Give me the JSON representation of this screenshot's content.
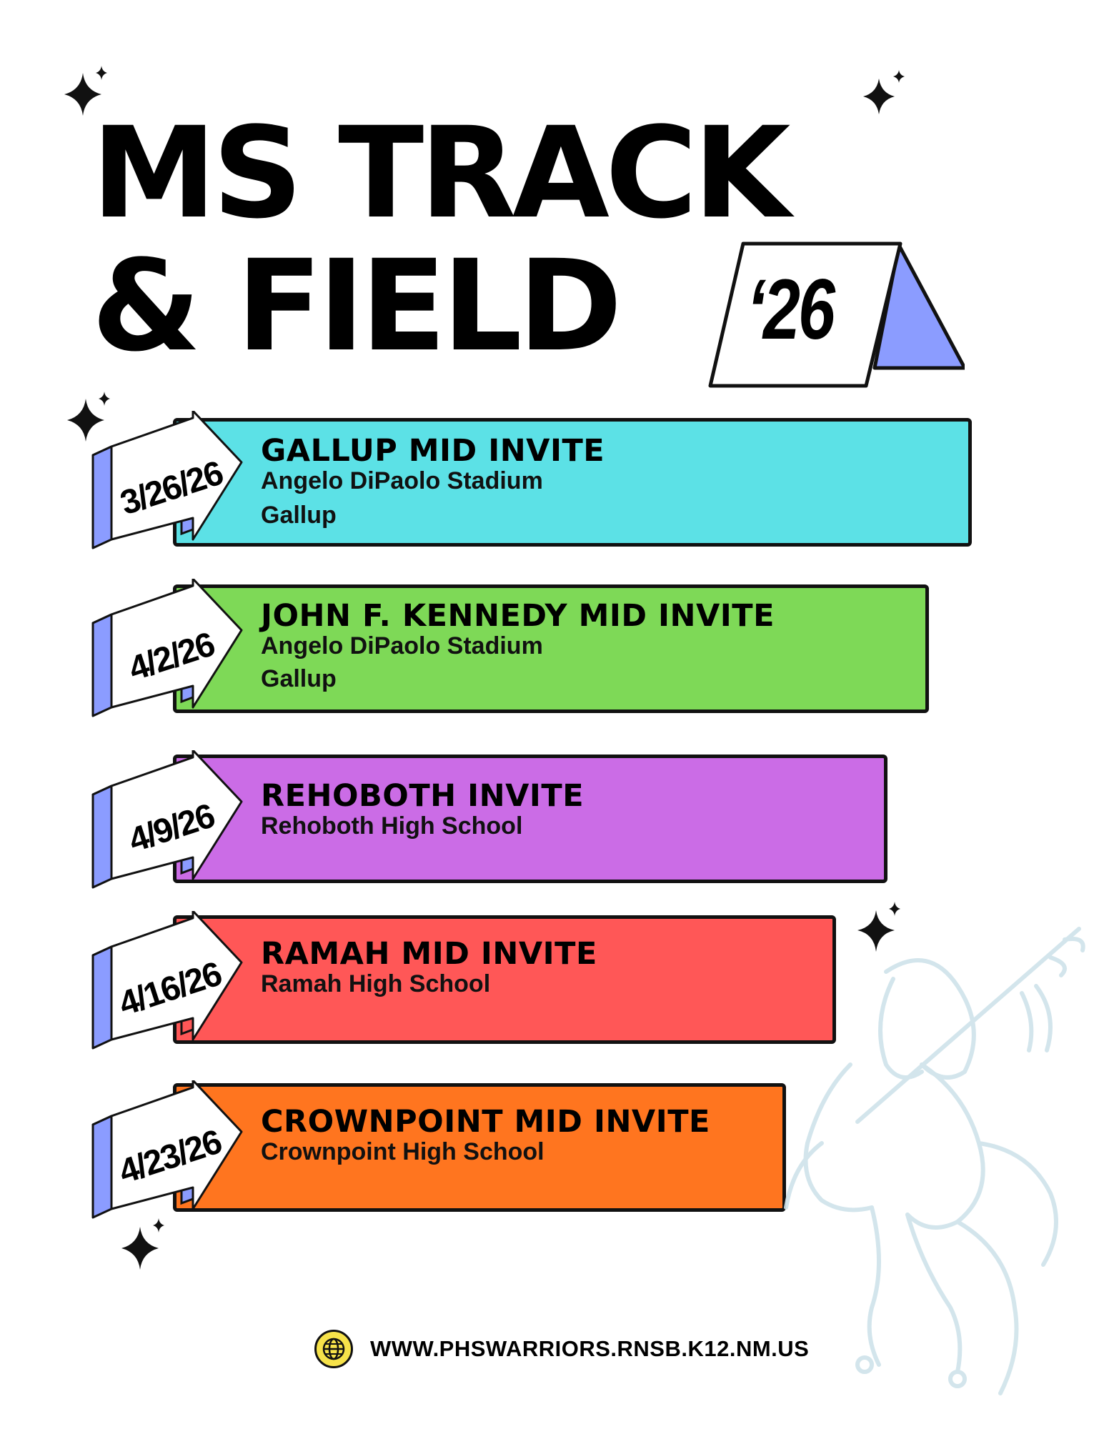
{
  "title": {
    "line1": "MS TRACK",
    "line2": "& FIELD"
  },
  "year_tag": {
    "text": "‘26",
    "accent_color": "#8b9cff"
  },
  "events": [
    {
      "date": "3/26/26",
      "name": "GALLUP MID INVITE",
      "lines": [
        "Angelo DiPaolo Stadium",
        "Gallup"
      ],
      "color": "#5ce1e6"
    },
    {
      "date": "4/2/26",
      "name": "JOHN F. KENNEDY MID INVITE",
      "lines": [
        "Angelo DiPaolo Stadium",
        "Gallup"
      ],
      "color": "#7ed957"
    },
    {
      "date": "4/9/26",
      "name": "REHOBOTH INVITE",
      "lines": [
        "Rehoboth High School"
      ],
      "color": "#cb6ce6"
    },
    {
      "date": "4/16/26",
      "name": "RAMAH MID INVITE",
      "lines": [
        "Ramah High School"
      ],
      "color": "#ff5757"
    },
    {
      "date": "4/23/26",
      "name": "CROWNPOINT MID INVITE",
      "lines": [
        "Crownpoint High School"
      ],
      "color": "#ff751f"
    }
  ],
  "footer": {
    "icon": "globe-icon",
    "url": "WWW.PHSWARRIORS.RNSB.K12.NM.US"
  },
  "decorations": {
    "sparkle_icon": "sparkle-icon",
    "watermark_icon": "warrior-on-horse-icon"
  }
}
